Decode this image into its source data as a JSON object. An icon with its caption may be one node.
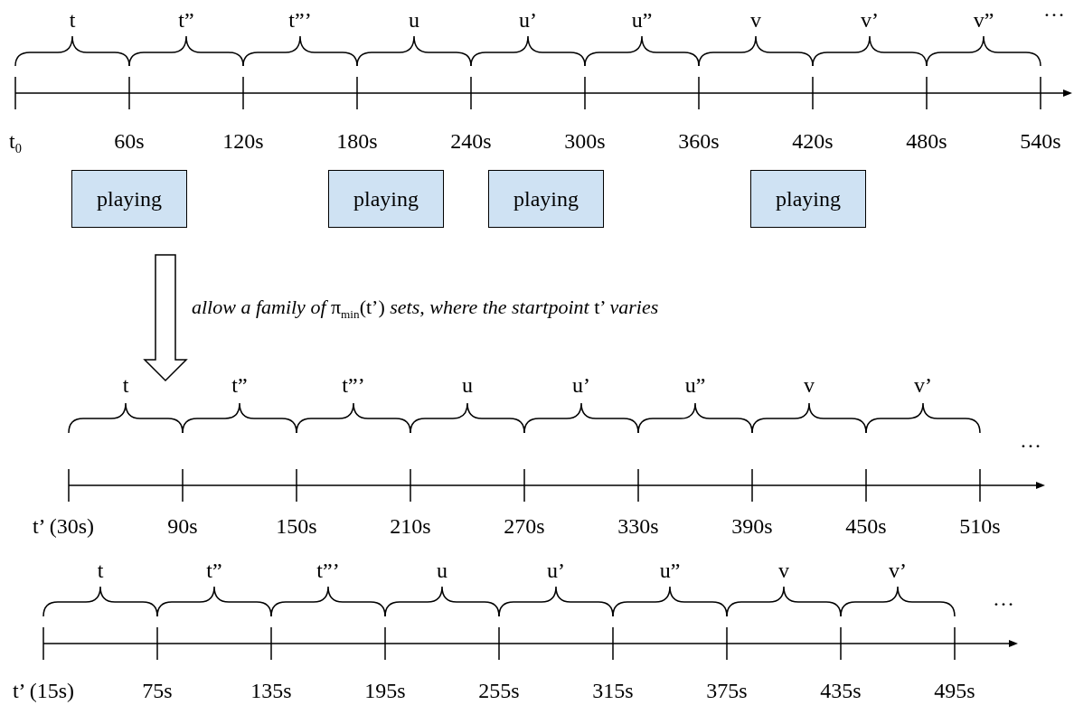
{
  "diagram": {
    "nodes": [
      {
        "text": [
          "playing"
        ]
      },
      {
        "text": [
          "playing"
        ]
      },
      {
        "text": [
          "playing"
        ]
      },
      {
        "text": [
          "playing"
        ]
      }
    ],
    "labels": [
      "t",
      "t”",
      "t”’",
      "u",
      "u’",
      "u”",
      "v",
      "v’",
      "v”",
      "…",
      "t$_{0}$",
      "60s",
      "120s",
      "180s",
      "240s",
      "300s",
      "360s",
      "420s",
      "480s",
      "540s",
      "*allow a family of* π$_{min}$(t’) *sets, where the startpoint* t’ *varies*",
      "t",
      "t”",
      "t”’",
      "u",
      "u’",
      "u”",
      "v",
      "v’",
      "…",
      "t’ (30s)",
      "90s",
      "150s",
      "210s",
      "270s",
      "330s",
      "390s",
      "450s",
      "510s",
      "t",
      "t”",
      "t”’",
      "u",
      "u’",
      "u”",
      "v",
      "v’",
      "…",
      "t’ (15s)",
      "75s",
      "135s",
      "195s",
      "255s",
      "315s",
      "375s",
      "435s",
      "495s"
    ]
  }
}
